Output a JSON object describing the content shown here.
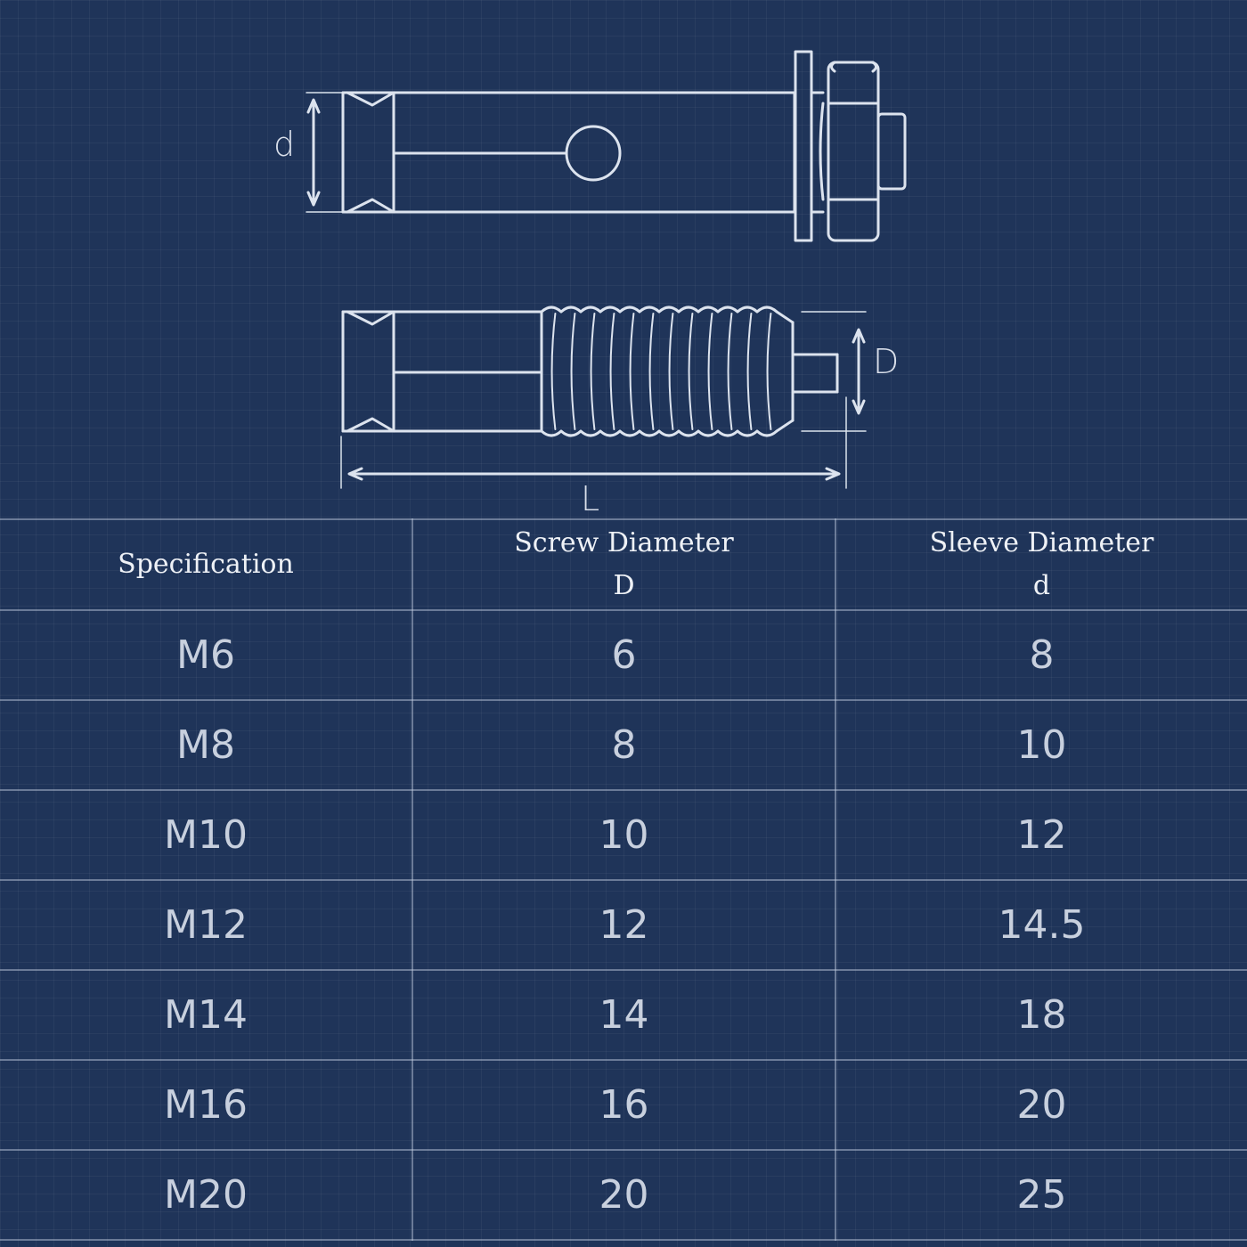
{
  "diagram": {
    "labels": {
      "sleeve_diameter": "d",
      "screw_diameter": "D",
      "length": "L"
    }
  },
  "table": {
    "headers": [
      {
        "line1": "Specification",
        "line2": ""
      },
      {
        "line1": "Screw Diameter",
        "line2": "D"
      },
      {
        "line1": "Sleeve Diameter",
        "line2": "d"
      }
    ],
    "rows": [
      [
        "M6",
        "6",
        "8"
      ],
      [
        "M8",
        "8",
        "10"
      ],
      [
        "M10",
        "10",
        "12"
      ],
      [
        "M12",
        "12",
        "14.5"
      ],
      [
        "M14",
        "14",
        "18"
      ],
      [
        "M16",
        "16",
        "20"
      ],
      [
        "M20",
        "20",
        "25"
      ]
    ]
  },
  "colors": {
    "background": "#1f3459",
    "line": "#dce3ee",
    "grid_line": "#c8d2e4"
  }
}
